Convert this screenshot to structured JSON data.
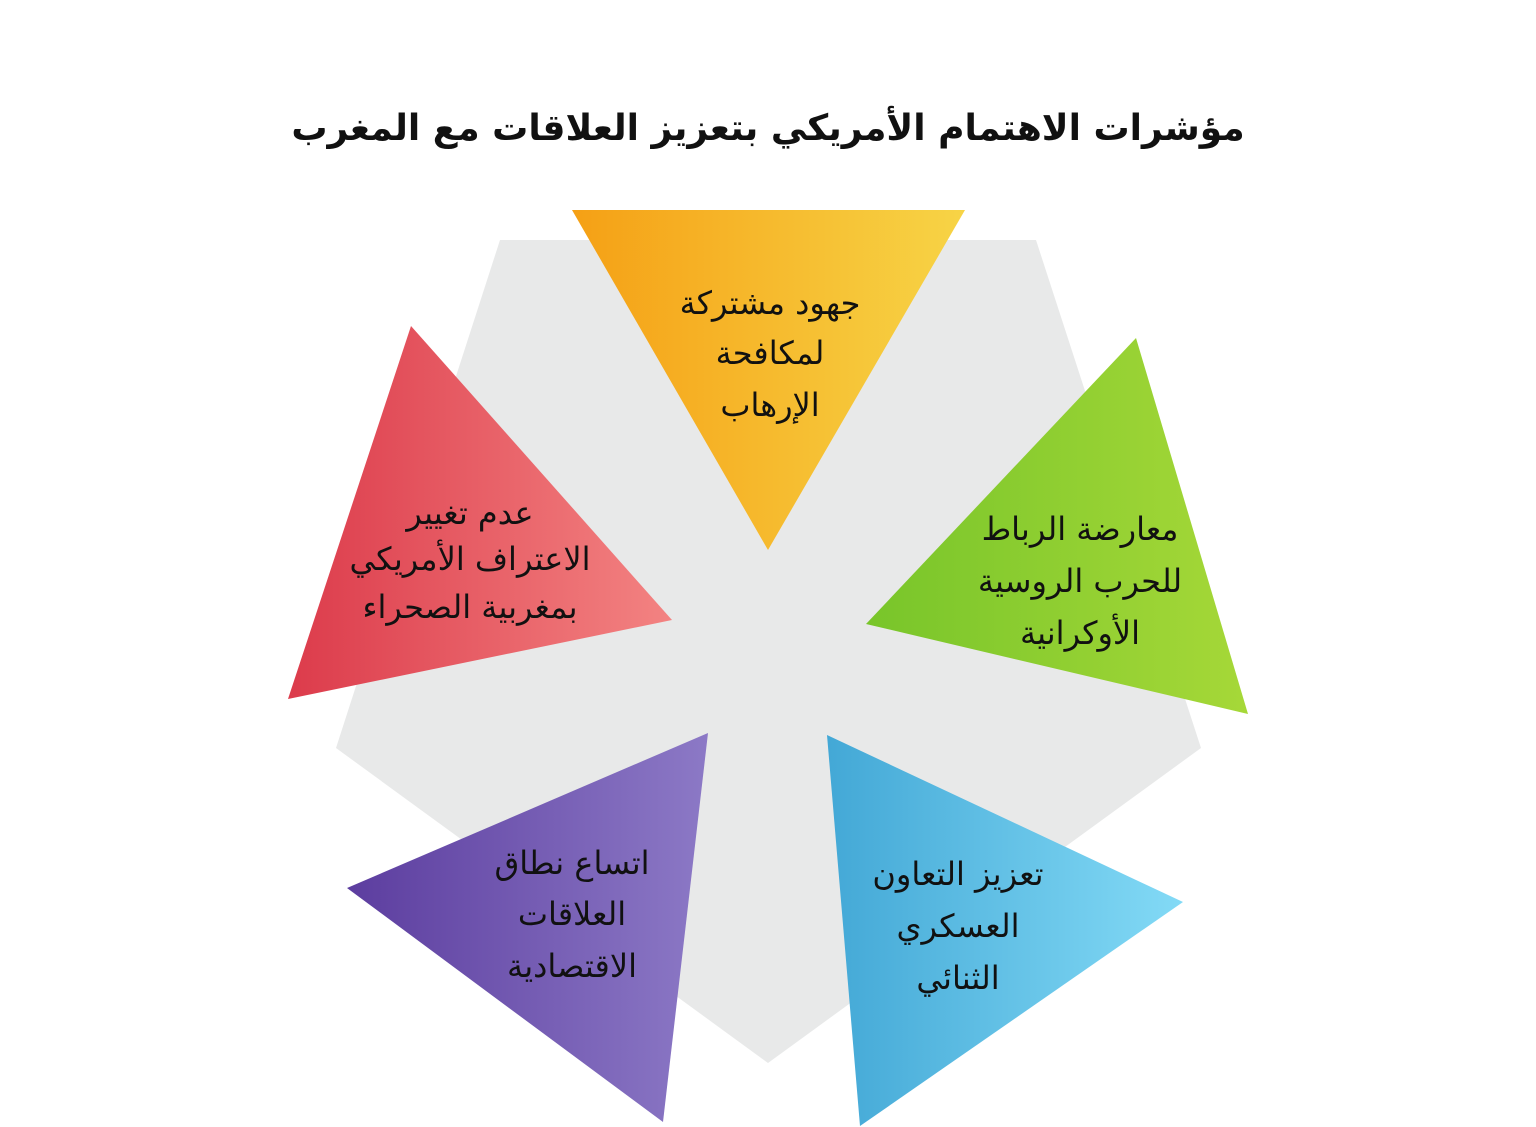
{
  "title": "مؤشرات الاهتمام الأمريكي بتعزيز العلاقات مع المغرب",
  "colors": {
    "background_pentagon": "#e8e9e9",
    "orange": [
      "#f5a015",
      "#f7d446"
    ],
    "green": [
      "#78c52a",
      "#a6d838"
    ],
    "blue": [
      "#43a8d6",
      "#83daf6"
    ],
    "purple": [
      "#5c3d9f",
      "#8c79c6"
    ],
    "red": [
      "#dc3b4b",
      "#f38382"
    ]
  },
  "items": [
    {
      "lines": [
        "جهود مشتركة",
        "لمكافحة",
        "الإرهاب"
      ]
    },
    {
      "lines": [
        "معارضة الرباط",
        "للحرب الروسية",
        "الأوكرانية"
      ]
    },
    {
      "lines": [
        "تعزيز التعاون",
        "العسكري",
        "الثنائي"
      ]
    },
    {
      "lines": [
        "اتساع نطاق",
        "العلاقات",
        "الاقتصادية"
      ]
    },
    {
      "lines": [
        "عدم تغيير",
        "الاعتراف الأمريكي",
        "بمغربية الصحراء"
      ]
    }
  ]
}
